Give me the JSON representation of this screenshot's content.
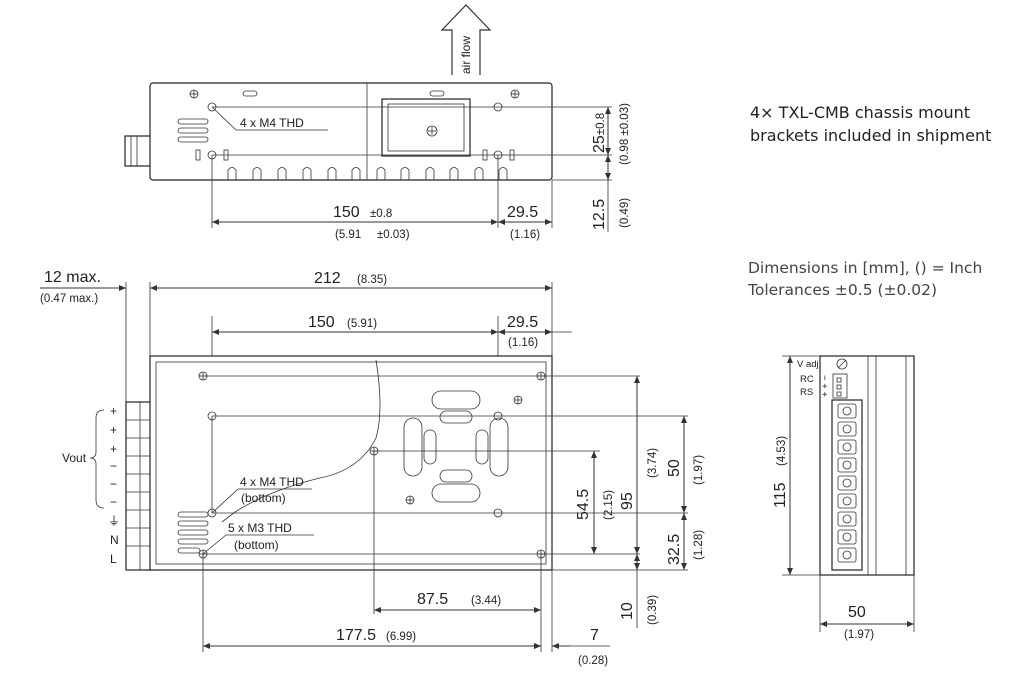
{
  "notes": {
    "mount_line1": "4× TXL-CMB chassis mount",
    "mount_line2": "brackets included in shipment",
    "dims_line1": "Dimensions in [mm], () = Inch",
    "dims_line2": "Tolerances  ±0.5 (±0.02)"
  },
  "top_view": {
    "airflow": "air flow",
    "thread_label": "4 x M4 THD",
    "dim_150": "150",
    "dim_150_tol": "±0.8",
    "dim_150_in": "(5.91",
    "dim_150_in_tol": "±0.03)",
    "dim_29_5": "29.5",
    "dim_29_5_in": "(1.16)",
    "dim_25": "25",
    "dim_25_tol": "±0.8",
    "dim_25_in": "(0.98 ±0.03)",
    "dim_12_5": "12.5",
    "dim_12_5_in": "(0.49)"
  },
  "front_view": {
    "dim_12max": "12 max.",
    "dim_12max_in": "(0.47 max.)",
    "dim_212": "212",
    "dim_212_in": "(8.35)",
    "dim_150": "150",
    "dim_150_in": "(5.91)",
    "dim_29_5": "29.5",
    "dim_29_5_in": "(1.16)",
    "thread_m4": "4 x M4 THD",
    "thread_m4_sub": "(bottom)",
    "thread_m3": "5 x M3 THD",
    "thread_m3_sub": "(bottom)",
    "vout": "Vout",
    "terminals": [
      "+",
      "+",
      "+",
      "−",
      "−",
      "−",
      "⏚",
      "N",
      "L"
    ],
    "dim_54_5": "54.5",
    "dim_54_5_in": "(2.15)",
    "dim_95": "95",
    "dim_95_in": "(3.74)",
    "dim_50": "50",
    "dim_50_in": "(1.97)",
    "dim_32_5": "32.5",
    "dim_32_5_in": "(1.28)",
    "dim_10": "10",
    "dim_10_in": "(0.39)",
    "dim_87_5": "87.5",
    "dim_87_5_in": "(3.44)",
    "dim_177_5": "177.5",
    "dim_177_5_in": "(6.99)",
    "dim_7": "7",
    "dim_7_in": "(0.28)"
  },
  "side_view": {
    "vadj": "V adj",
    "rc": "RC",
    "rs": "RS",
    "rc_pins": "+ + −",
    "dim_115": "115",
    "dim_115_in": "(4.53)",
    "dim_50": "50",
    "dim_50_in": "(1.97)"
  }
}
